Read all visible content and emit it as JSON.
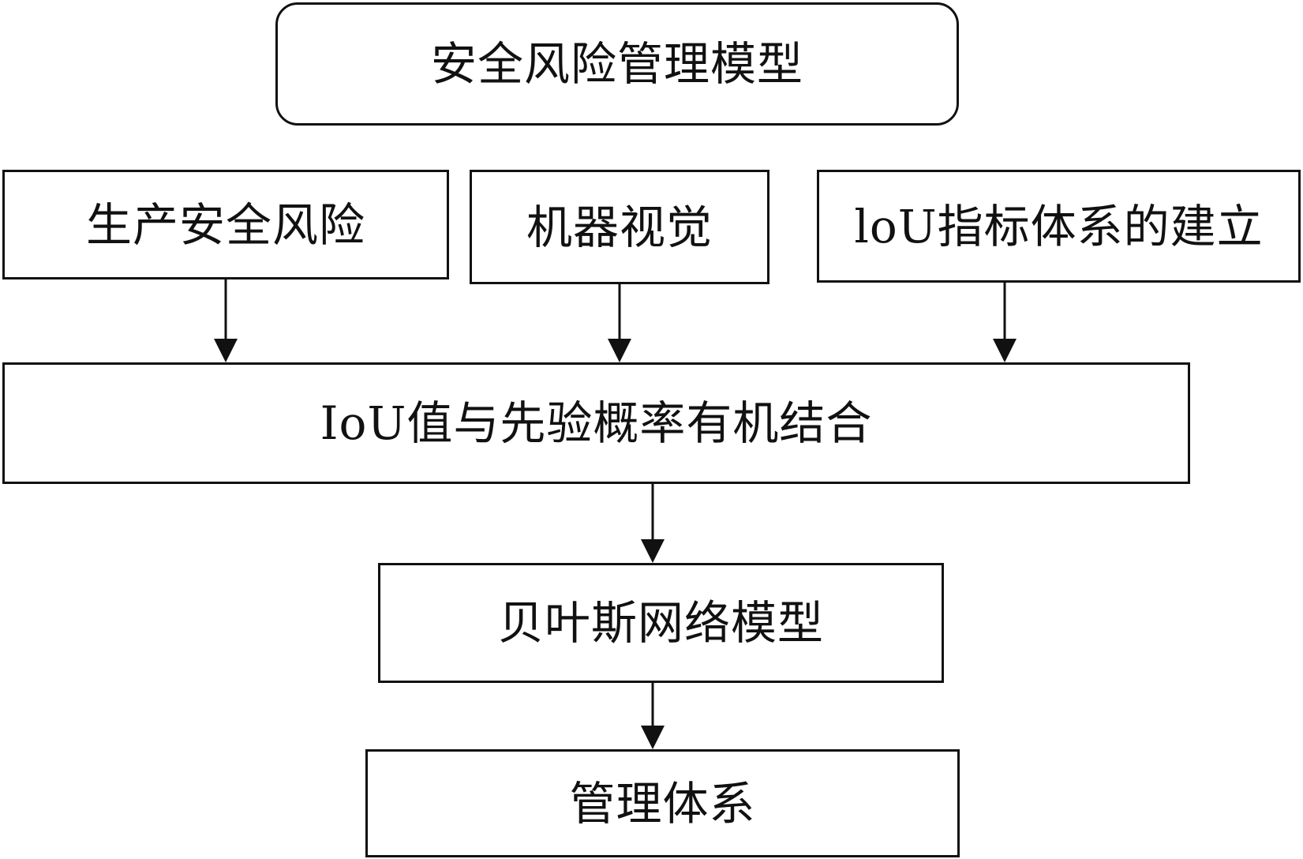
{
  "diagram": {
    "top_node": "安全风险管理模型",
    "inputs": [
      "生产安全风险",
      "机器视觉",
      "loU指标体系的建立"
    ],
    "combination": "IoU值与先验概率有机结合",
    "model": "贝叶斯网络模型",
    "output": "管理体系"
  },
  "colors": {
    "stroke": "#111111",
    "background": "#ffffff"
  }
}
